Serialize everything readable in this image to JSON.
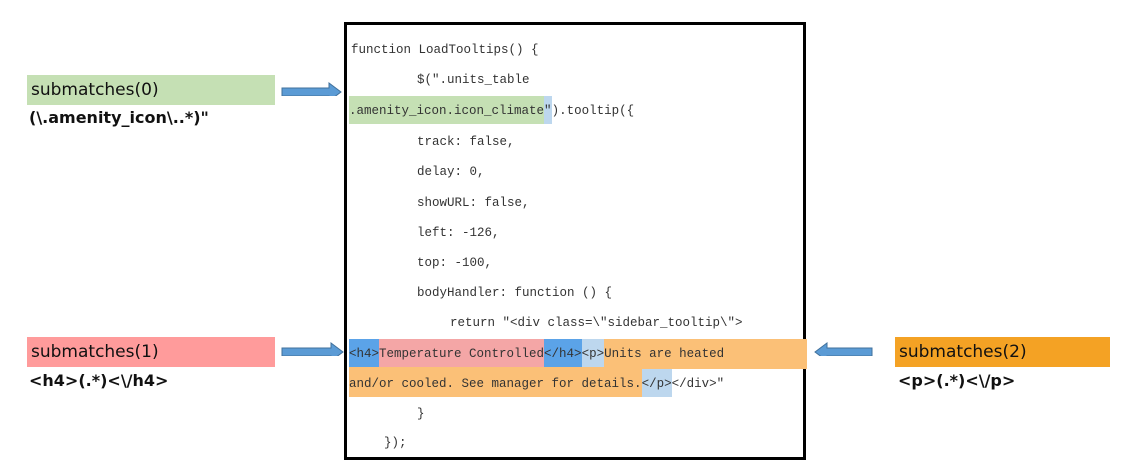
{
  "labels": {
    "sub0": {
      "title": "submatches(0)",
      "regex": "(\\.amenity_icon\\..*)\"",
      "color": "#c5e0b4"
    },
    "sub1": {
      "title": "submatches(1)",
      "regex": "<h4>(.*)<\\/h4>",
      "color": "#ff9b9b"
    },
    "sub2": {
      "title": "submatches(2)",
      "regex": "<p>(.*)<\\/p>",
      "color": "#f4a224"
    }
  },
  "code": {
    "l1": "function LoadTooltips() {",
    "l2": "$(\".units_table",
    "l3a": ".amenity_icon.icon_climate",
    "l3b": "\"",
    "l3c": ").tooltip({",
    "l4": "track: false,",
    "l5": "delay: 0,",
    "l6": "showURL: false,",
    "l7": "left: -126,",
    "l8": "top: -100,",
    "l9": "bodyHandler: function () {",
    "l10": "return \"<div class=\\\"sidebar_tooltip\\\">",
    "l11a": "<h4>",
    "l11b": "Temperature Controlled",
    "l11c": "</h4>",
    "l11d": "<p>",
    "l11e": "Units are heated",
    "l12a": "and/or cooled. See manager for details.",
    "l12b": "</p>",
    "l12c": "</div>\"",
    "l13": "}",
    "l14": "});"
  }
}
